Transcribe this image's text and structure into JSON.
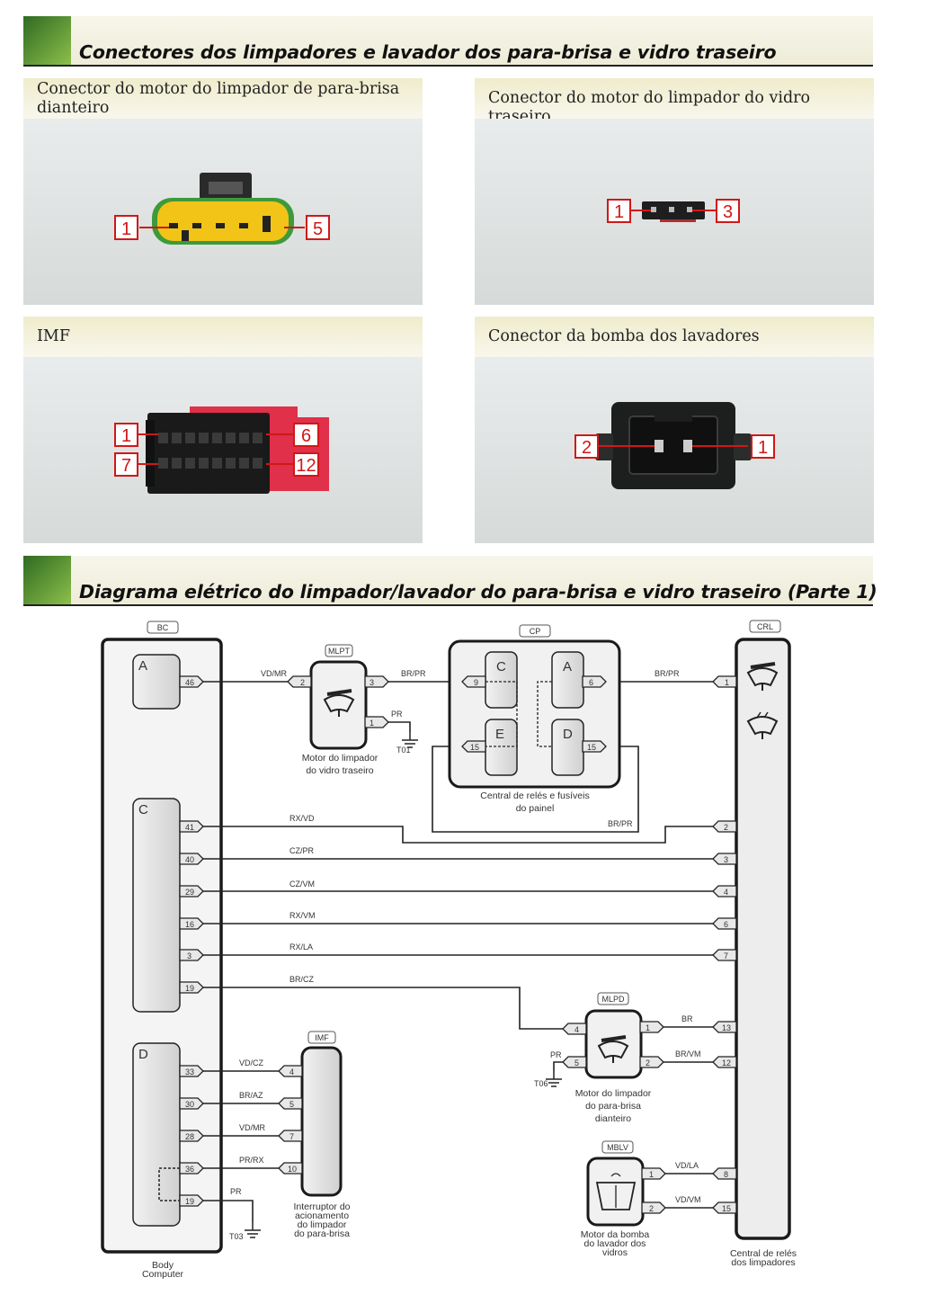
{
  "header1": {
    "title": "Conectores dos limpadores e lavador dos para-brisa e vidro traseiro"
  },
  "header2": {
    "title": "Diagrama elétrico do limpador/lavador do para-brisa e vidro traseiro (Parte 1)"
  },
  "panels": {
    "front_wiper": {
      "line1": "Conector do motor do limpador de para-brisa",
      "line2": "dianteiro",
      "left_pin": "1",
      "right_pin": "5"
    },
    "rear_wiper": {
      "caption": "Conector do motor do limpador do vidro traseiro",
      "left_pin": "1",
      "right_pin": "3"
    },
    "imf": {
      "caption": "IMF",
      "pins": [
        "1",
        "7",
        "6",
        "12"
      ]
    },
    "washer_pump": {
      "caption": "Conector da bomba dos lavadores",
      "left_pin": "2",
      "right_pin": "1"
    }
  },
  "diagram": {
    "bc": {
      "tag": "BC",
      "label_line1": "Body",
      "label_line2": "Computer"
    },
    "bc_blocks": [
      "A",
      "C",
      "D"
    ],
    "bc_pins_a": [
      "46"
    ],
    "bc_pins_c": [
      "41",
      "40",
      "29",
      "16",
      "3",
      "19"
    ],
    "bc_pins_d": [
      "33",
      "30",
      "28",
      "36",
      "19"
    ],
    "mlpt": {
      "tag": "MLPT",
      "pin_in": "2",
      "pin_out": "3",
      "pin_gnd": "1",
      "wire_in": "VD/MR",
      "wire_out": "BR/PR",
      "gnd_wire": "PR",
      "ground": "T01",
      "label_line1": "Motor do limpador",
      "label_line2": "do vidro traseiro"
    },
    "cp": {
      "tag": "CP",
      "blocks": [
        "C",
        "A",
        "E",
        "D"
      ],
      "pins": [
        "9",
        "6",
        "15",
        "15"
      ],
      "label_line1": "Central de relés e fusíveis",
      "label_line2": "do painel",
      "loop_wire": "BR/PR"
    },
    "crl": {
      "tag": "CRL",
      "pins": [
        "1",
        "2",
        "3",
        "4",
        "6",
        "7",
        "13",
        "12",
        "8",
        "15"
      ],
      "label_line1": "Central de relés",
      "label_line2": "dos limpadores"
    },
    "wires_c": [
      "RX/VD",
      "CZ/PR",
      "CZ/VM",
      "RX/VM",
      "RX/LA",
      "BR/CZ"
    ],
    "cp_crl_wire": "BR/PR",
    "mlpd": {
      "tag": "MLPD",
      "pins_left": [
        "4",
        "5"
      ],
      "pins_right": [
        "1",
        "2"
      ],
      "wire_right_1": "BR",
      "wire_right_2": "BR/VM",
      "gnd_wire": "PR",
      "ground": "T06",
      "label_line1": "Motor do limpador",
      "label_line2": "do para-brisa",
      "label_line3": "dianteiro"
    },
    "imf_switch": {
      "tag": "IMF",
      "pins": [
        "4",
        "5",
        "7",
        "10"
      ],
      "wires": [
        "VD/CZ",
        "BR/AZ",
        "VD/MR",
        "PR/RX"
      ],
      "label_line1": "Interruptor do",
      "label_line2": "acionamento",
      "label_line3": "do limpador",
      "label_line4": "do para-brisa"
    },
    "bc_gnd": {
      "wire": "PR",
      "ground": "T03"
    },
    "mblv": {
      "tag": "MBLV",
      "pins": [
        "1",
        "2"
      ],
      "wires": [
        "VD/LA",
        "VD/VM"
      ],
      "label_line1": "Motor da bomba",
      "label_line2": "do lavador dos",
      "label_line3": "vidros"
    }
  },
  "colors": {
    "banner_green": "#5a9a35",
    "callout_red": "#d01818",
    "connector_yellow": "#f1c417",
    "imf_red": "#e0304a"
  }
}
